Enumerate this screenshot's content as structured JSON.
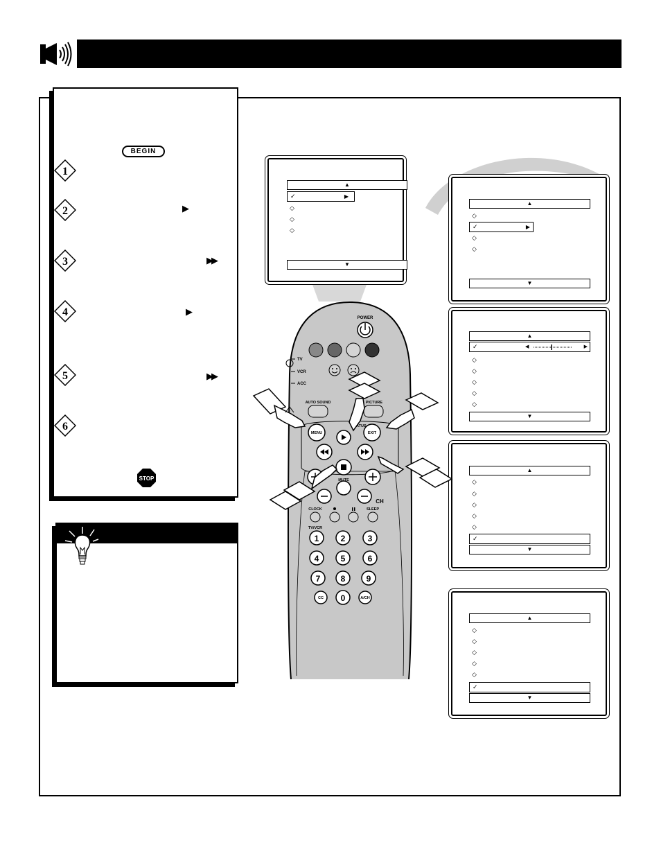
{
  "header": {
    "speaker_icon": "speaker-icon"
  },
  "instructions": {
    "begin_label": "BEGIN",
    "stop_label": "STOP",
    "steps": [
      {
        "number": "1"
      },
      {
        "number": "2",
        "button_glyph": "▶"
      },
      {
        "number": "3",
        "button_glyph": "▶▶"
      },
      {
        "number": "4",
        "button_glyph": "▶"
      },
      {
        "number": "5",
        "button_glyph": "▶▶"
      },
      {
        "number": "6"
      }
    ]
  },
  "tip": {
    "icon": "light-bulb-icon"
  },
  "remote": {
    "power_label": "POWER",
    "mode_labels": [
      "TV",
      "VCR",
      "ACC"
    ],
    "auto_sound_label": "AUTO SOUND",
    "picture_label": "PICTURE",
    "status_label": "STATUS",
    "menu_label": "MENU",
    "exit_label": "EXIT",
    "mute_label": "MUTE",
    "ch_label": "CH",
    "clock_label": "CLOCK",
    "sleep_label": "SLEEP",
    "tvvcr_label": "TV/VCR",
    "digits": [
      "1",
      "2",
      "3",
      "4",
      "5",
      "6",
      "7",
      "8",
      "9"
    ],
    "cc_label": "CC",
    "zero_label": "0",
    "ach_label": "A/CH"
  },
  "screens": {
    "up_arrow": "▲",
    "down_arrow": "▼",
    "check_glyph": "✓",
    "diamond_glyph": "◇",
    "right_arrow": "▶",
    "left_arrow": "◀"
  },
  "colors": {
    "ink": "#000000",
    "shadow_gray": "#c8c8c8",
    "beam_gray": "#d8d8d8"
  }
}
